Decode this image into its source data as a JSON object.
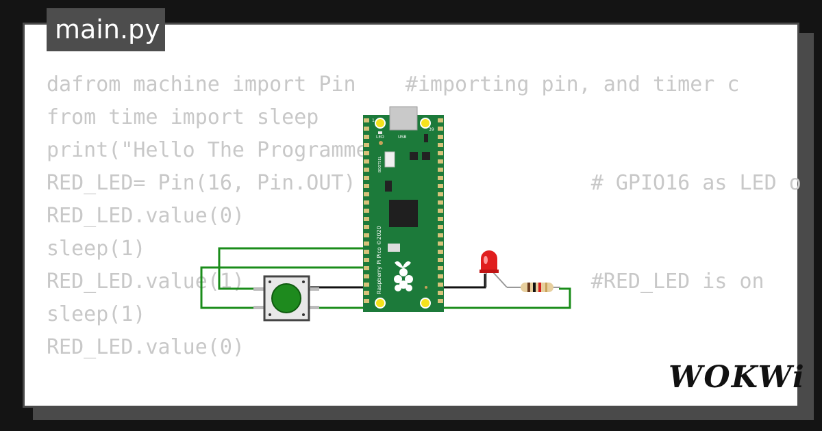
{
  "file_tab": {
    "label": "main.py"
  },
  "code_lines": [
    "dafrom machine import Pin    #importing pin, and timer c",
    "from time import sleep",
    "print(\"Hello The Programmer\")",
    "RED_LED= Pin(16, Pin.OUT)                   # GPIO16 as LED o",
    "RED_LED.value(0)",
    "sleep(1)",
    "RED_LED.value(1)                            #RED_LED is on",
    "sleep(1)",
    "RED_LED.value(0)"
  ],
  "board": {
    "silk_led": "LED",
    "silk_usb": "USB",
    "silk_bootsel": "BOOTSEL",
    "silk_pin1": "1",
    "silk_pin39": "39",
    "silk_name": "Raspberry Pi Pico ©2020",
    "pcb_color": "#1c7a3a"
  },
  "colors": {
    "wire_green": "#1a8c1a",
    "wire_black": "#111111",
    "button_cap": "#1e8a1e",
    "led_red": "#e01e1e"
  },
  "logo": {
    "text": "WOKWi"
  }
}
